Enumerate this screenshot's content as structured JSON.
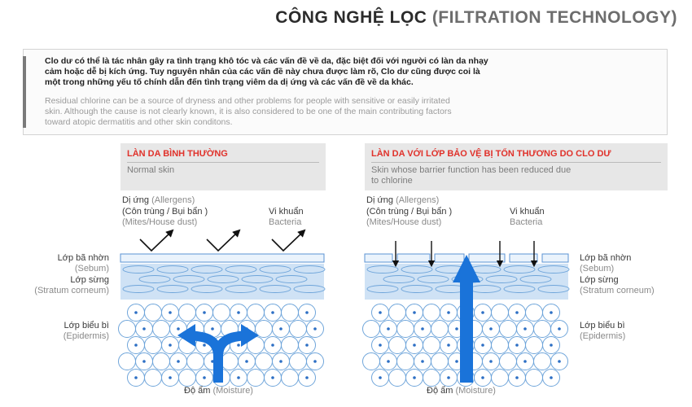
{
  "title": {
    "vi": "CÔNG NGHỆ LỌC",
    "en": "(FILTRATION TECHNOLOGY)"
  },
  "intro": {
    "vi_line1": "Clo dư có thể là tác nhân gây ra tình trạng khô tóc và các vấn đề về da, đặc biệt đối với người có làn da nhạy",
    "vi_line2": "cảm hoặc dễ bị kích ứng. Tuy nguyên nhân của các vấn đề này chưa được làm rõ, Clo dư cũng được coi là",
    "vi_line3": "một trong những yếu tố chính dẫn đến tình trạng viêm da dị ứng và các vấn đề về da khác.",
    "en_line1": "Residual chlorine can be a source of dryness and other problems for people with sensitive or easily irritated",
    "en_line2": "skin. Although the cause is not clearly known, it is also considered to be one of the main contributing factors",
    "en_line3": "toward atopic dermatitis and  other skin conditons."
  },
  "left_panel": {
    "title": "LÀN DA BÌNH THƯỜNG",
    "subtitle": "Normal skin",
    "allergens_vi": "Dị ứng",
    "allergens_en": "(Allergens)",
    "mites_vi": "(Côn trùng / Bụi bẩn )",
    "mites_en": "(Mites/House dust)",
    "bacteria_vi": "Vi khuẩn",
    "bacteria_en": "Bacteria",
    "moisture_vi": "Độ ẩm",
    "moisture_en": "(Moisture)"
  },
  "right_panel": {
    "title": "LÀN DA VỚI LỚP BẢO VỆ BỊ TỔN THƯƠNG DO CLO DƯ",
    "subtitle_line1": "Skin whose barrier function has been reduced due",
    "subtitle_line2": "to chlorine",
    "allergens_vi": "Dị ứng",
    "allergens_en": "(Allergens)",
    "mites_vi": "(Côn trùng / Bụi bẩn )",
    "mites_en": "(Mites/House dust)",
    "bacteria_vi": "Vi khuẩn",
    "bacteria_en": "Bacteria",
    "moisture_vi": "Độ ẩm",
    "moisture_en": "(Moisture)"
  },
  "layers_left": {
    "sebum_vi": "Lớp bã nhờn",
    "sebum_en": "(Sebum)",
    "corneum_vi": "Lớp sừng",
    "corneum_en": "(Stratum corneum)",
    "epidermis_vi": "Lớp biểu bì",
    "epidermis_en": "(Epidermis)"
  },
  "layers_right": {
    "sebum_vi": "Lớp bã nhờn",
    "sebum_en": "(Sebum)",
    "corneum_vi": "Lớp sừng",
    "corneum_en": "(Stratum corneum)",
    "epidermis_vi": "Lớp biểu bì",
    "epidermis_en": "(Epidermis)"
  },
  "colors": {
    "accent_red": "#e0322b",
    "arrow_blue": "#1a73d9",
    "layer_blue": "#b9d5f0",
    "cell_stroke": "#6fa5da",
    "dot_blue": "#2d6fc4"
  }
}
